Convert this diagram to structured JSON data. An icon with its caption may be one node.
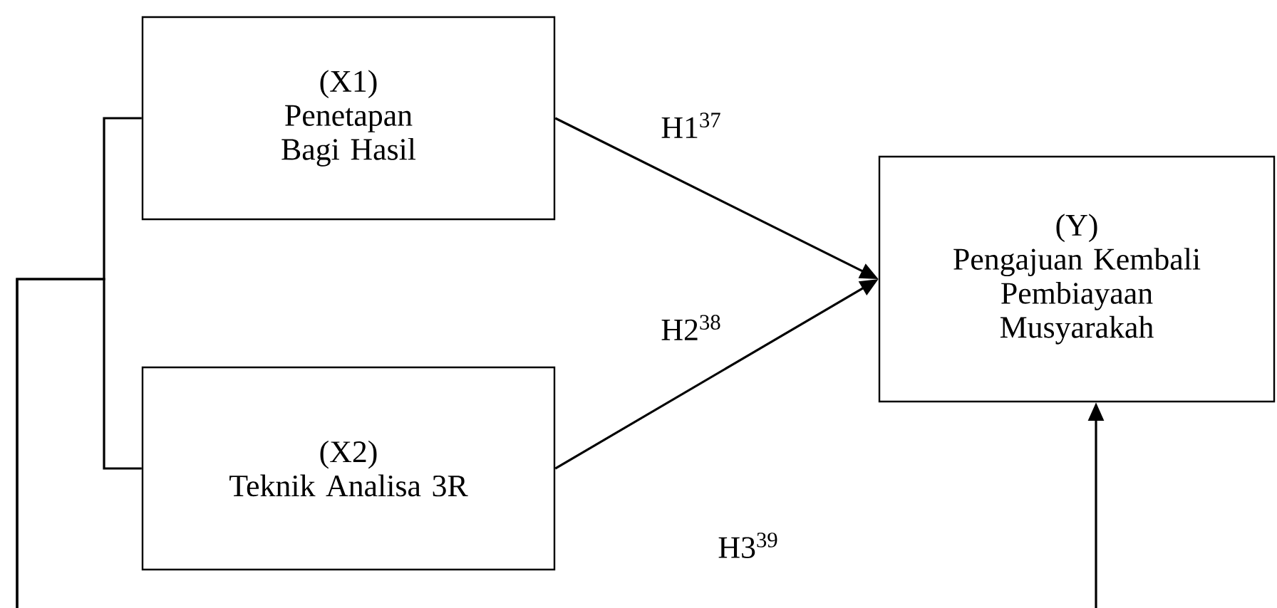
{
  "diagram": {
    "nodes": [
      {
        "text": [
          "(X1)",
          "Penetapan Bagi Hasil"
        ]
      },
      {
        "text": [
          "(X2)",
          "Teknik Analisa 3R"
        ]
      },
      {
        "text": [
          "(Y)",
          "Pengajuan Kembali Pembiayaan Musyarakah"
        ]
      }
    ],
    "edges": [
      {
        "from": 0,
        "to": 2,
        "arrow": "to",
        "label": "H1$^{37}$"
      },
      {
        "from": 1,
        "to": 2,
        "arrow": "to",
        "label": "H2$^{38}$"
      },
      {
        "from": 0,
        "to": null,
        "arrow": "none"
      },
      {
        "from": 1,
        "to": null,
        "arrow": "none"
      },
      {
        "from": null,
        "to": 2,
        "arrow": "to"
      }
    ],
    "labels": [
      "H3$^{39}$"
    ]
  }
}
